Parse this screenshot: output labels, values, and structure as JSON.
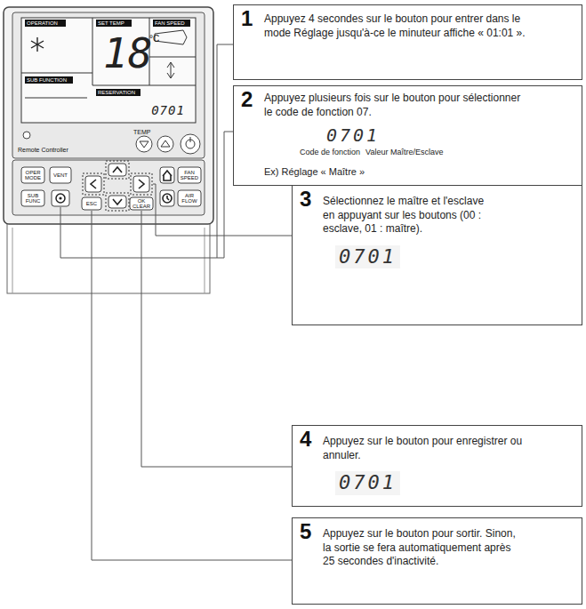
{
  "diagram": {
    "nodes": [
      {
        "text": [
          "1",
          "Appuyez 4 secondes sur le bouton pour entrer dans le mode Réglage jusqu'à-ce le minuteur affiche « 01:01 »."
        ]
      },
      {
        "text": [
          "2",
          "Appuyez plusieurs fois sur le bouton pour sélectionner le code de fonction 07.",
          "0701",
          "Code de fonction",
          "Valeur Maître/Esclave",
          "Ex) Réglage « Maître »"
        ]
      },
      {
        "text": [
          "3",
          "Sélectionnez le maître et l'esclave en appuyant sur les boutons (00 : esclave, 01 : maître).",
          "0701"
        ]
      },
      {
        "text": [
          "4",
          "Appuyez sur le bouton pour enregistrer ou annuler.",
          "0701"
        ]
      },
      {
        "text": [
          "5",
          "Appuyez sur le bouton pour sortir. Sinon, la sortie se fera automatiquement après 25 secondes d'inactivité."
        ]
      }
    ],
    "labels": [
      "OPERATION",
      "SET TEMP",
      "FAN SPEED",
      "SUB FUNCTION",
      "RESERVATION",
      "18",
      "°C",
      "0701",
      "TEMP",
      "Remote Controller",
      "OPER MODE",
      "VENT",
      "SUB FUNC",
      "ESC",
      "OK CLEAR",
      "FAN SPEED",
      "AIR FLOW"
    ]
  }
}
